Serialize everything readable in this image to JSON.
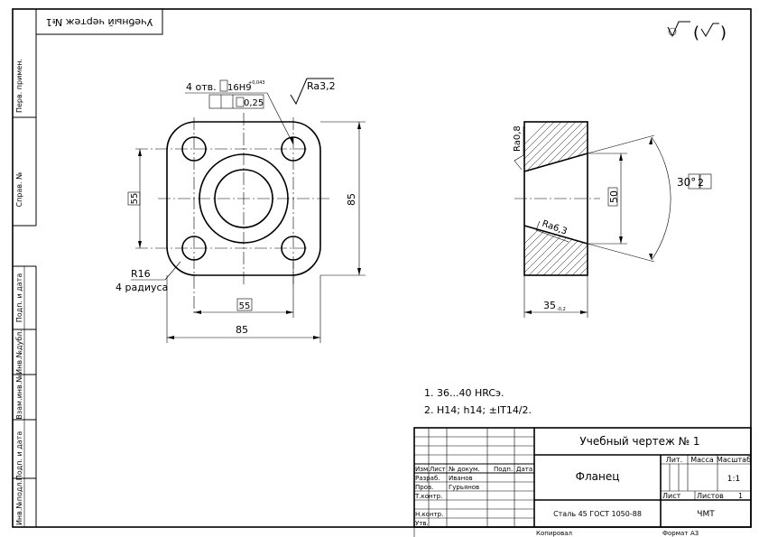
{
  "corner_stamp": "Учебный чертеж №1",
  "roughness_general": "√(√)",
  "left_strip": {
    "perv_primen": "Перв. примен.",
    "sprav_no": "Справ. №",
    "podp_data_1": "Подп. и дата",
    "inv_dubl": "Инв.№дубл.",
    "vzam_inv": "Взам.инв.№",
    "podp_data_2": "Подп. и дата",
    "inv_podl": "Инв.№подл."
  },
  "front_view": {
    "holes_callout": "4 отв.",
    "hole_dia": "16H9",
    "hole_tol": "+0,043",
    "position_tol": "0,25",
    "roughness_top": "Ra3,2",
    "dim_55_vertical": "55",
    "dim_85_vertical": "85",
    "dim_55_horizontal": "55",
    "dim_85_horizontal": "85",
    "radius_label": "R16",
    "radius_count": "4 радиуса"
  },
  "section_view": {
    "roughness_face": "Ra0,8",
    "roughness_cone": "Ra6,3",
    "dim_bore": "50",
    "dim_angle": "30°",
    "dim_angle_tol": "2",
    "dim_thickness": "35",
    "dim_thickness_tol": "-0,2"
  },
  "notes": [
    "1. 36...40 HRCэ.",
    "2. H14; h14; ±IT14/2."
  ],
  "title_block": {
    "drawing_title": "Учебный чертеж № 1",
    "part_name": "Фланец",
    "material": "Сталь 45 ГОСТ 1050-88",
    "organization": "ЧМТ",
    "col_lit": "Лит.",
    "col_massa": "Масса",
    "col_masshtab": "Масштаб",
    "scale_value": "1:1",
    "col_list": "Лист",
    "col_listov": "Листов",
    "listov_value": "1",
    "hdr_izm": "Изм.",
    "hdr_list": "Лист",
    "hdr_ndokum": "№ докум.",
    "hdr_podp": "Подп.",
    "hdr_data": "Дата",
    "role_razrab": "Разраб.",
    "name_razrab": "Иванов",
    "role_prov": "Пров.",
    "name_prov": "Гурьянов",
    "role_tkontr": "Т.контр.",
    "role_nkontr": "Н.контр.",
    "role_utv": "Утв.",
    "kopiroval": "Копировал",
    "format": "Формат",
    "format_value": "А3"
  }
}
